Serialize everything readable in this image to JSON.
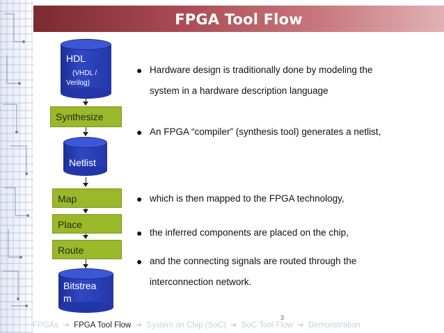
{
  "slide": {
    "title": "FPGA Tool Flow",
    "page_number": "3"
  },
  "flow": {
    "hdl": {
      "line1": "HDL",
      "line2": "(VHDL /",
      "line3": "Verilog)"
    },
    "synthesize": "Synthesize",
    "netlist": "Netlist",
    "map": "Map",
    "place": "Place",
    "route": "Route",
    "bitstream": {
      "line1": "Bitstrea",
      "line2": "m"
    }
  },
  "bullets": [
    {
      "line1": "Hardware design is traditionally done by modeling the",
      "line2": "system in a hardware description language"
    },
    {
      "line1": "An FPGA “compiler” (synthesis tool) generates a netlist,",
      "line2": ""
    },
    {
      "line1": "which is then mapped to the FPGA technology,",
      "line2": ""
    },
    {
      "line1": "the inferred components are placed on the chip,",
      "line2": ""
    },
    {
      "line1": "and the connecting signals are routed through the",
      "line2": "interconnection network."
    }
  ],
  "bullet_symbol": "●",
  "nav": {
    "items": [
      "FPGAs",
      "FPGA Tool Flow",
      "System on Chip (SoC)",
      "SoC Tool Flow",
      "Demonstration"
    ],
    "active_index": 1,
    "separator": "➔"
  },
  "colors": {
    "title_bar_dark": "#7a2a30",
    "title_bar_light": "#e2b1b4",
    "cylinder_blue": "#2437a8",
    "stage_green": "#9ab82a",
    "nav_inactive": "#c9cfe0"
  }
}
